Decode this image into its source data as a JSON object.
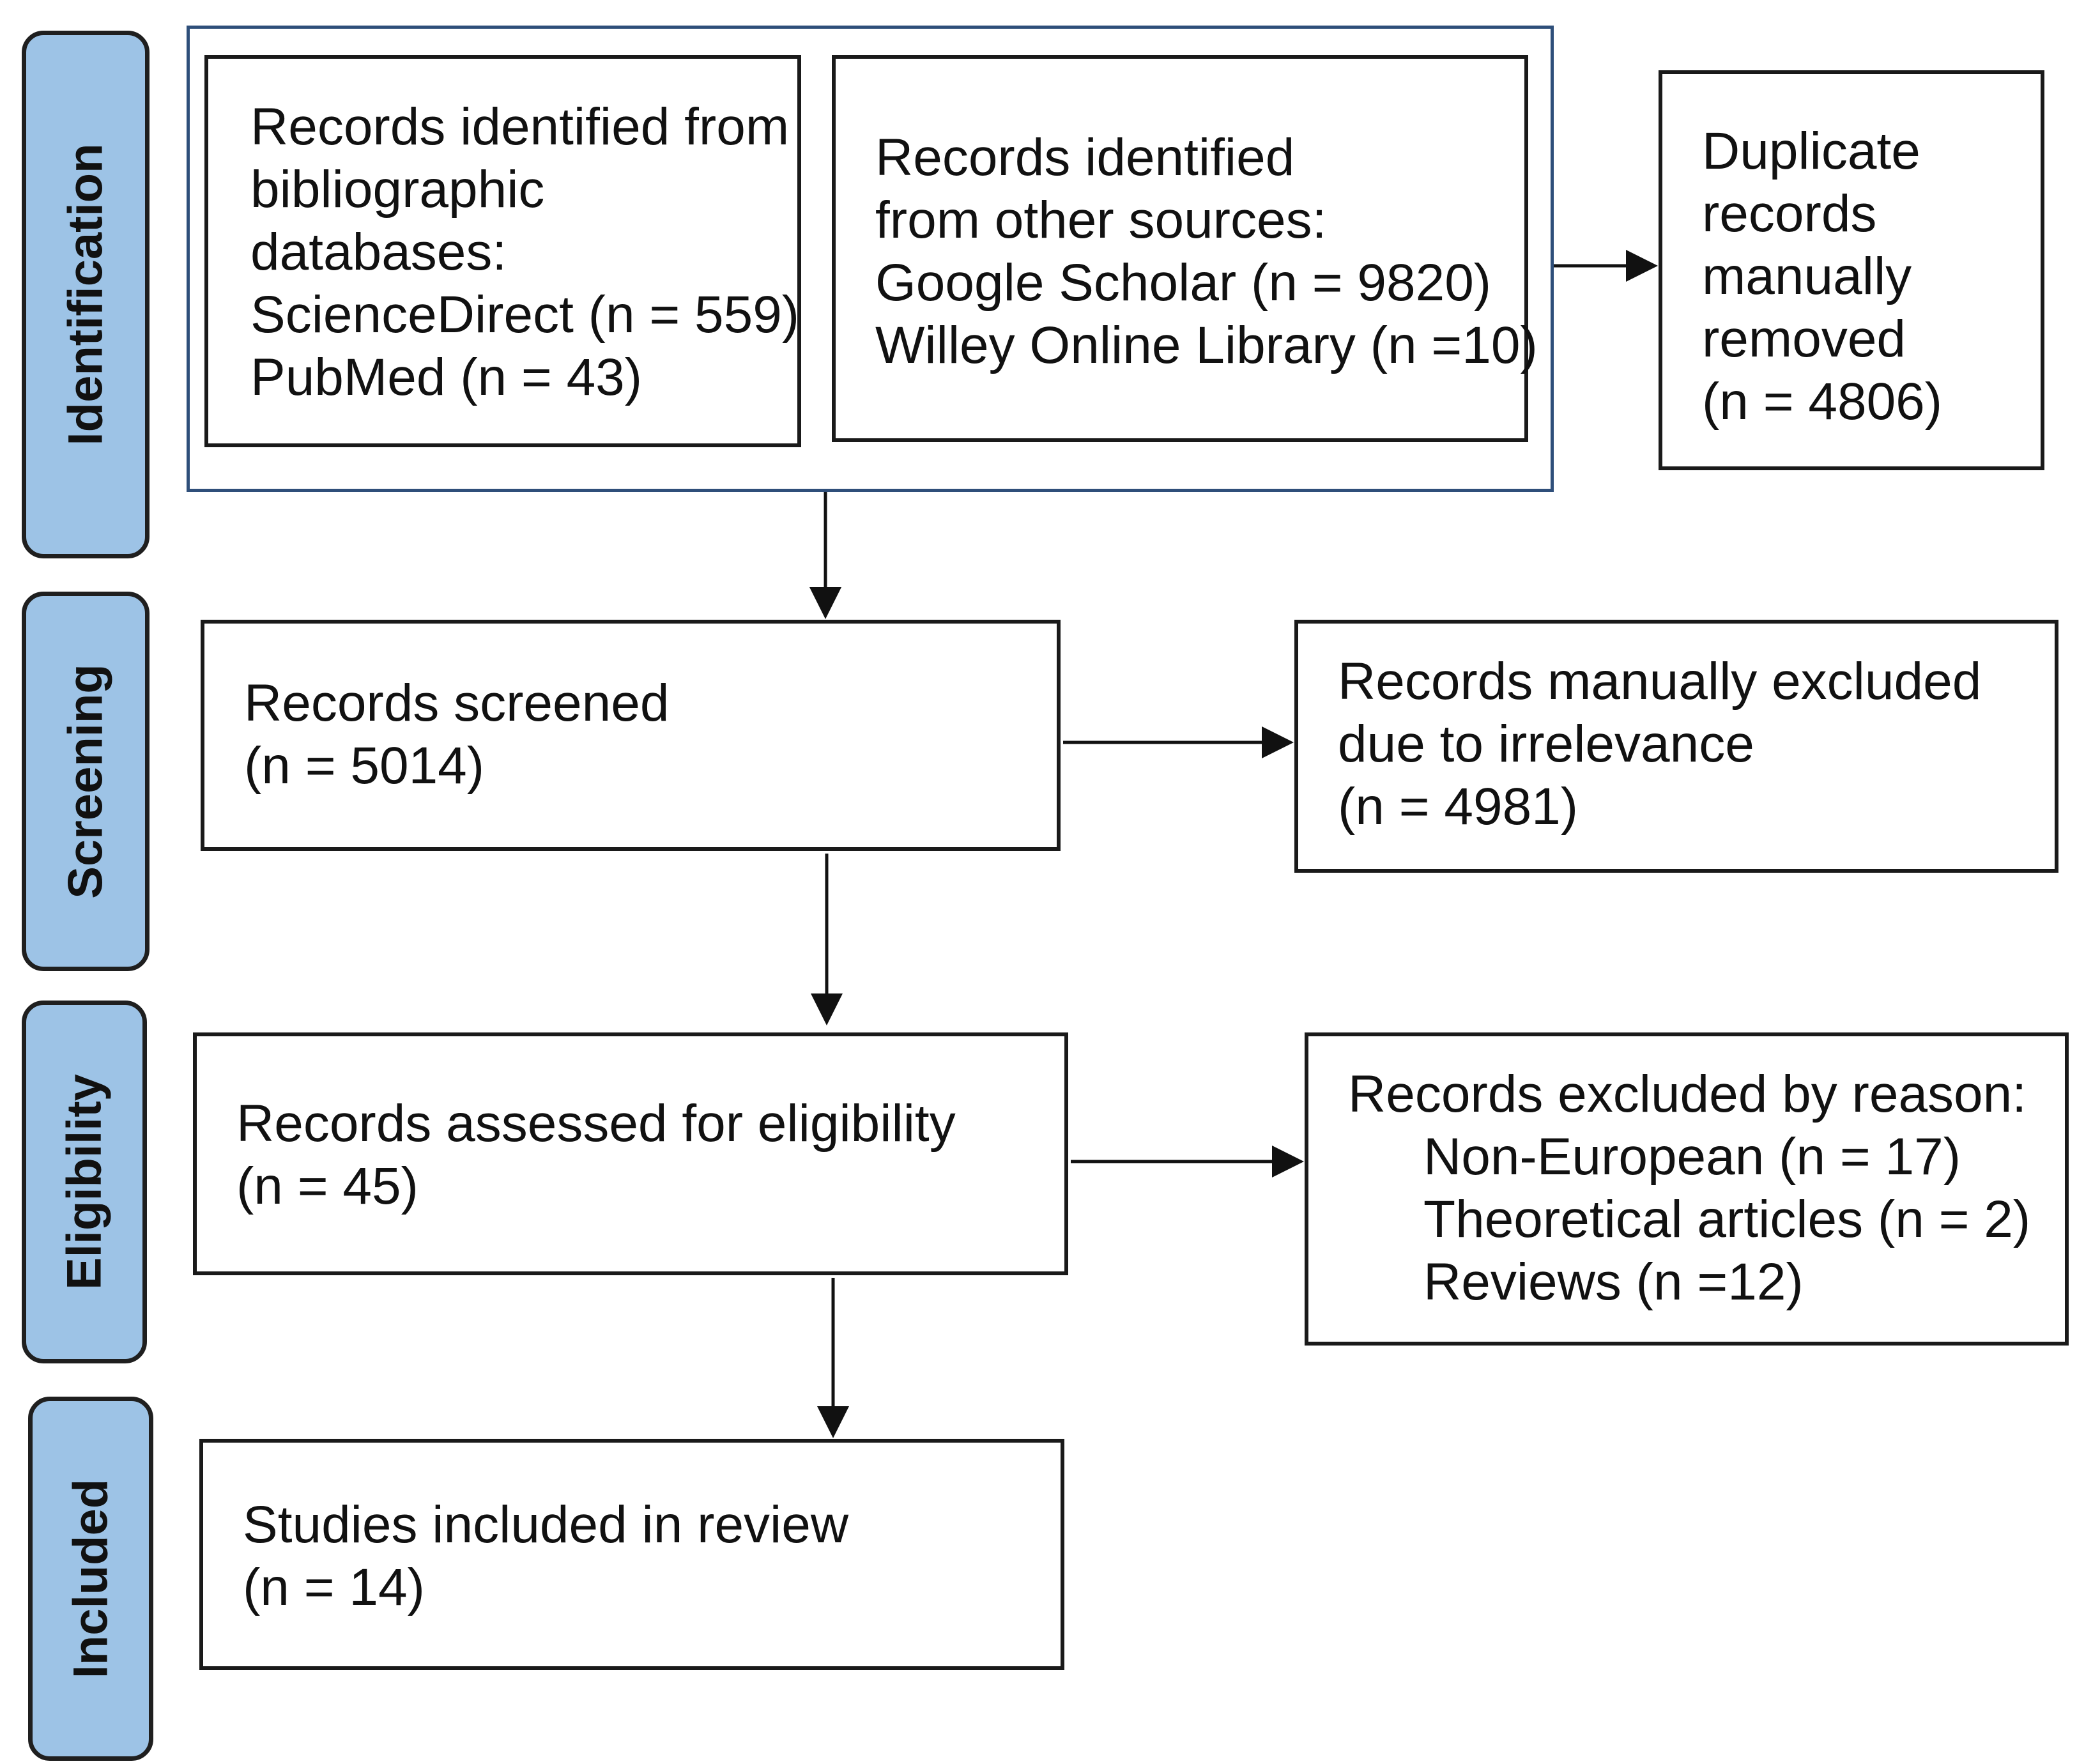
{
  "stages": {
    "identification": "Identification",
    "screening": "Screening",
    "eligibility": "Eligibility",
    "included": "Included"
  },
  "identification": {
    "databases": {
      "line1": "Records identified from",
      "line2": "bibliographic",
      "line3": "databases:",
      "line4": "ScienceDirect (n = 559)",
      "line5": "PubMed (n = 43)"
    },
    "other_sources": {
      "line1": "Records identified",
      "line2": "from other sources:",
      "line3": "Google Scholar (n = 9820)",
      "line4": "Willey Online Library (n =10)"
    },
    "duplicates": {
      "line1": "Duplicate",
      "line2": "records",
      "line3": "manually",
      "line4": "removed",
      "line5": "(n = 4806)"
    }
  },
  "screening": {
    "screened": {
      "line1": "Records screened",
      "line2": "(n = 5014)"
    },
    "excluded": {
      "line1": "Records manually excluded",
      "line2": "due to irrelevance",
      "line3": "(n = 4981)"
    }
  },
  "eligibility": {
    "assessed": {
      "line1": "Records assessed for eligibility",
      "line2": "(n = 45)"
    },
    "excluded": {
      "line1": "Records excluded by reason:",
      "line2": "Non-European (n = 17)",
      "line3": "Theoretical articles (n = 2)",
      "line4": "Reviews (n =12)"
    }
  },
  "included": {
    "studies": {
      "line1": "Studies included in review",
      "line2": "(n = 14)"
    }
  },
  "colors": {
    "stage_fill": "#9dc3e6",
    "group_frame": "#2f4f7a",
    "box_border": "#1a1a1a"
  }
}
